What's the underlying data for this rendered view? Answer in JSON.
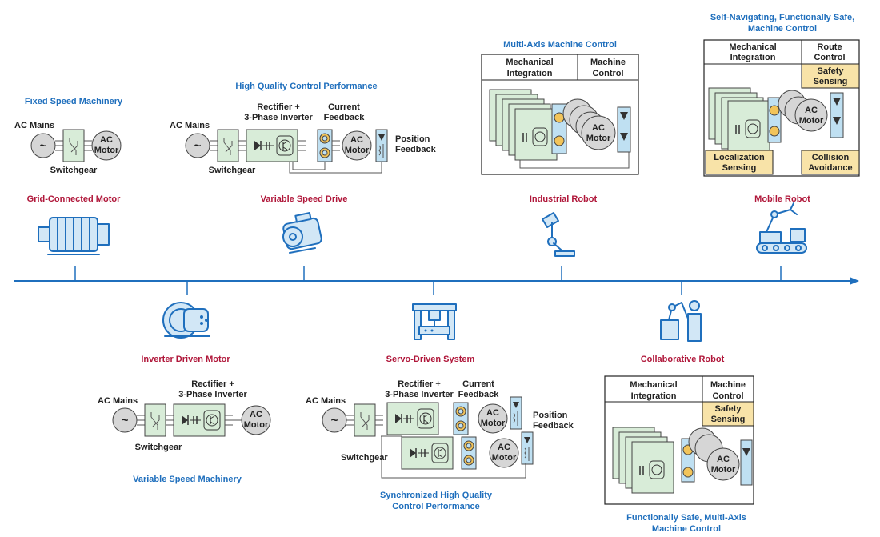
{
  "common": {
    "ac_mains": "AC Mains",
    "switchgear": "Switchgear",
    "motor_line1": "AC",
    "motor_line2": "Motor",
    "tilde": "~",
    "rectifier_line1": "Rectifier +",
    "rectifier_line2": "3-Phase Inverter",
    "current_line1": "Current",
    "current_line2": "Feedback",
    "position_line1": "Position",
    "position_line2": "Feedback"
  },
  "milestones": {
    "grid": {
      "title": "Grid-Connected Motor",
      "caption": "Fixed Speed Machinery"
    },
    "inverter": {
      "title": "Inverter Driven Motor",
      "caption": "Variable Speed Machinery"
    },
    "vsd": {
      "title": "Variable Speed Drive",
      "caption": "High Quality Control Performance"
    },
    "servo": {
      "title": "Servo-Driven System",
      "caption_line1": "Synchronized High Quality",
      "caption_line2": "Control Performance"
    },
    "industrial": {
      "title": "Industrial Robot",
      "caption": "Multi-Axis Machine Control"
    },
    "collab": {
      "title": "Collaborative Robot",
      "caption_line1": "Functionally Safe, Multi-Axis",
      "caption_line2": "Machine Control"
    },
    "mobile": {
      "title": "Mobile Robot",
      "caption_line1": "Self-Navigating, Functionally Safe,",
      "caption_line2": "Machine Control"
    }
  },
  "boxes": {
    "mech_line1": "Mechanical",
    "mech_line2": "Integration",
    "machine_line1": "Machine",
    "machine_line2": "Control",
    "route_line1": "Route",
    "route_line2": "Control",
    "safety_line1": "Safety",
    "safety_line2": "Sensing",
    "local_line1": "Localization",
    "local_line2": "Sensing",
    "collision_line1": "Collision",
    "collision_line2": "Avoidance"
  },
  "colors": {
    "timeline": "#1f6fbd",
    "milestone_title": "#b0173a",
    "caption": "#1f6fbd",
    "converter": "#d8ecd8",
    "feedback": "#bfe0f2",
    "safety": "#f8e3a8"
  }
}
